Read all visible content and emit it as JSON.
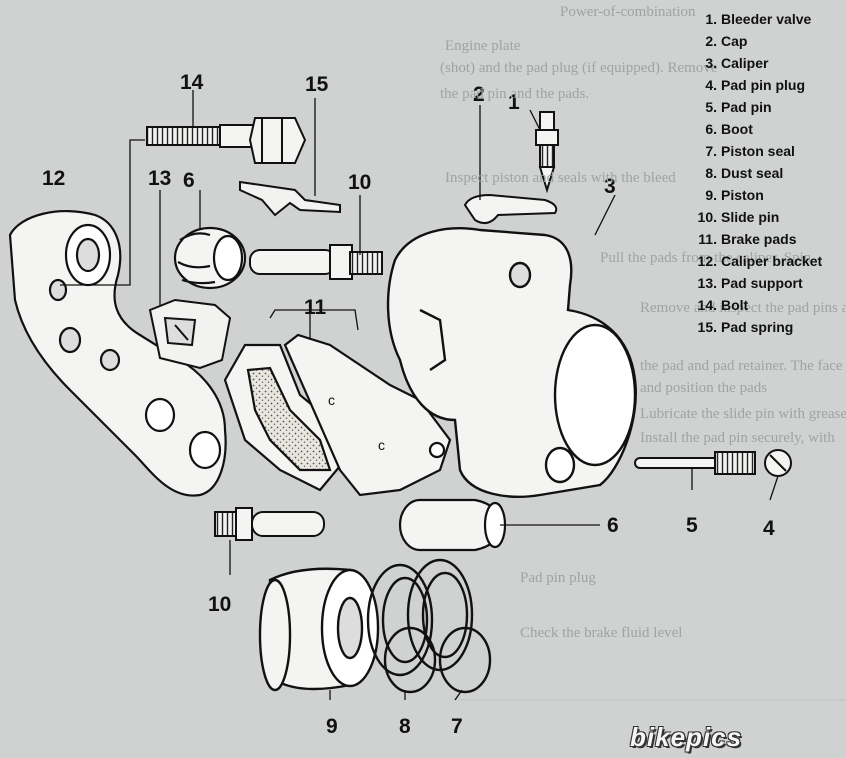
{
  "legend": [
    {
      "num": "1.",
      "label": "Bleeder valve"
    },
    {
      "num": "2.",
      "label": "Cap"
    },
    {
      "num": "3.",
      "label": "Caliper"
    },
    {
      "num": "4.",
      "label": "Pad pin plug"
    },
    {
      "num": "5.",
      "label": "Pad pin"
    },
    {
      "num": "6.",
      "label": "Boot"
    },
    {
      "num": "7.",
      "label": "Piston seal"
    },
    {
      "num": "8.",
      "label": "Dust seal"
    },
    {
      "num": "9.",
      "label": "Piston"
    },
    {
      "num": "10.",
      "label": "Slide pin"
    },
    {
      "num": "11.",
      "label": "Brake pads"
    },
    {
      "num": "12.",
      "label": "Caliper bracket"
    },
    {
      "num": "13.",
      "label": "Pad support"
    },
    {
      "num": "14.",
      "label": "Bolt"
    },
    {
      "num": "15.",
      "label": "Pad spring"
    }
  ],
  "callouts": {
    "c1": "1",
    "c2": "2",
    "c3": "3",
    "c4": "4",
    "c5": "5",
    "c6_top": "6",
    "c6_bottom": "6",
    "c7": "7",
    "c8": "8",
    "c9": "9",
    "c10_top": "10",
    "c10_bottom": "10",
    "c11": "11",
    "c12": "12",
    "c13": "13",
    "c14": "14",
    "c15": "15"
  },
  "background_text": [
    "Power-of-combination",
    "Engine plate",
    "(shot) and the pad plug (if equipped). Remove",
    "the pad pin and the pads.",
    "Inspect piston and seals with the bleed",
    "Pull the pads from the caliper. Spin",
    "Remove and inspect the pad pins and",
    "the pad and pad retainer. The face",
    "and position the pads",
    "Lubricate the slide pin with grease",
    "Install the pad pin securely, with",
    "Pad pin plug",
    "Check the brake fluid level"
  ],
  "watermark": "bikepics"
}
